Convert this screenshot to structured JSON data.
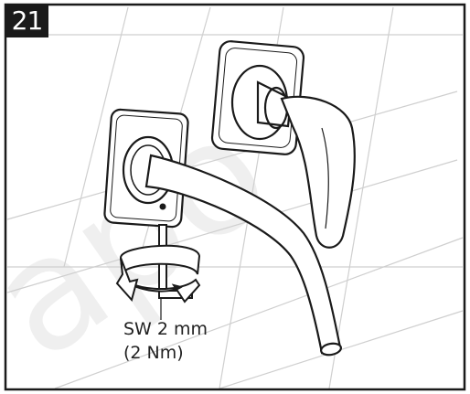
{
  "step": {
    "number": "21"
  },
  "torque": {
    "wrench_size": "SW 2 mm",
    "torque_value": "(2 Nm)"
  },
  "watermark": {
    "text": "apo"
  },
  "colors": {
    "line": "#1a1a1a",
    "tile_line": "#c8c8c8",
    "watermark": "#eeeeee",
    "badge_bg": "#1a1a1a"
  },
  "icons": [
    "rotate-arrow-icon",
    "allen-key-icon",
    "faucet-spout",
    "mixer-handle"
  ]
}
